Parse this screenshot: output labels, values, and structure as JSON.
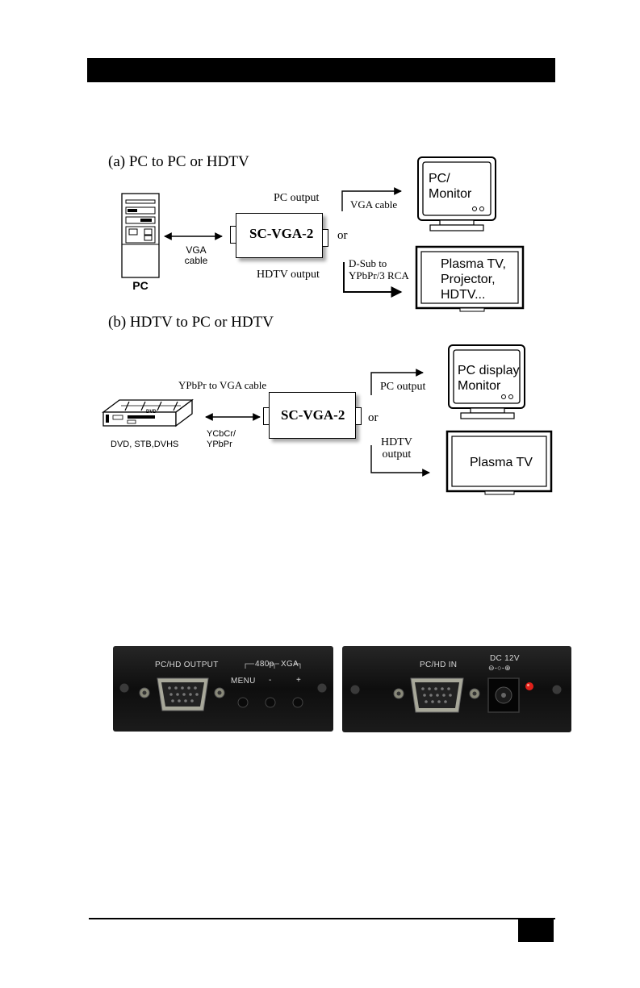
{
  "section_a": {
    "title": "(a) PC to PC or HDTV",
    "pc_label": "PC",
    "vga_cable": "VGA\ncable",
    "pc_output": "PC output",
    "hdtv_output": "HDTV output",
    "device": "SC-VGA-2",
    "or": "or",
    "vga_cable_right": "VGA cable",
    "dsub": "D-Sub to\nYPbPr/3 RCA",
    "monitor_text": "PC/\nMonitor",
    "tv_text": "Plasma TV,\nProjector,\nHDTV..."
  },
  "section_b": {
    "title": "(b) HDTV to PC or HDTV",
    "ypbpr_cable": "YPbPr to VGA cable",
    "source_label": "DVD, STB,DVHS",
    "ycbcr": "YCbCr/\nYPbPr",
    "device": "SC-VGA-2",
    "or": "or",
    "pc_output": "PC output",
    "hdtv_output": "HDTV\noutput",
    "monitor_text": "PC display\nMonitor",
    "tv_text": "Plasma TV",
    "player_badge": "DVD"
  },
  "photos": {
    "front": {
      "output_label": "PC/HD OUTPUT",
      "res_480": "480p",
      "res_xga": "XGA",
      "menu": "MENU",
      "minus": "-",
      "plus": "+"
    },
    "rear": {
      "input_label": "PC/HD IN",
      "power_label": "DC 12V",
      "polarity": "⊖-○-⊕"
    }
  },
  "colors": {
    "header_bar": "#000000",
    "led": "#e0201a",
    "panel": "#161616"
  }
}
